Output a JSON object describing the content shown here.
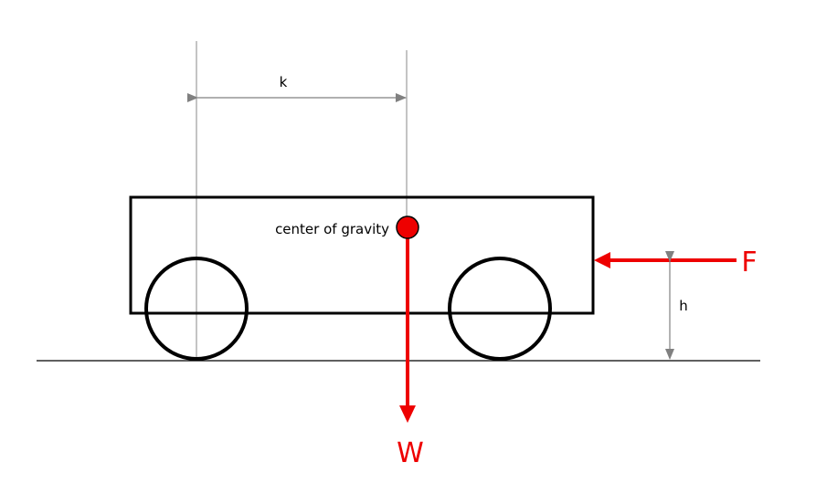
{
  "labels": {
    "k": "k",
    "center_of_gravity": "center of gravity",
    "force": "F",
    "height": "h",
    "weight": "W"
  },
  "colors": {
    "force_red": "#ee0000",
    "outline_black": "#000000",
    "dimension_gray": "#808080"
  }
}
